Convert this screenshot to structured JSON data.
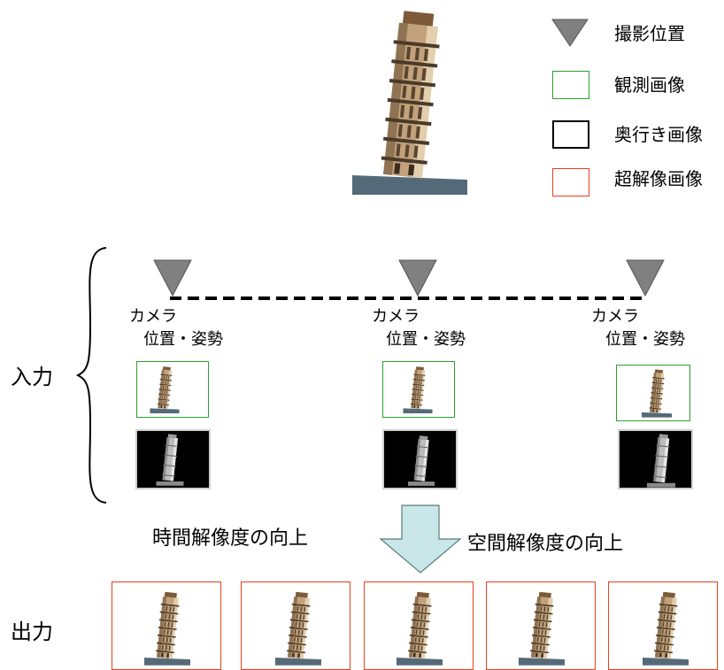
{
  "legend": {
    "camera_position": "撮影位置",
    "observed_image": "観測画像",
    "depth_image": "奥行き画像",
    "super_resolution_image": "超解像画像"
  },
  "colors": {
    "observed": "#2ca02c",
    "depth": "#000000",
    "super_resolution": "#e8401c",
    "arrow_fill": "#c9e6e8",
    "camera_marker": "#808080"
  },
  "cameras": [
    {
      "line1": "カメラ",
      "line2": "位置・姿勢"
    },
    {
      "line1": "カメラ",
      "line2": "位置・姿勢"
    },
    {
      "line1": "カメラ",
      "line2": "位置・姿勢"
    }
  ],
  "labels": {
    "input": "入力",
    "output": "出力",
    "temporal": "時間解像度の向上",
    "spatial": "空間解像度の向上"
  },
  "icons": {
    "tower": "leaning-tower-icon",
    "camera": "triangle-down-icon",
    "brace": "left-brace-icon",
    "arrow": "down-arrow-icon"
  }
}
